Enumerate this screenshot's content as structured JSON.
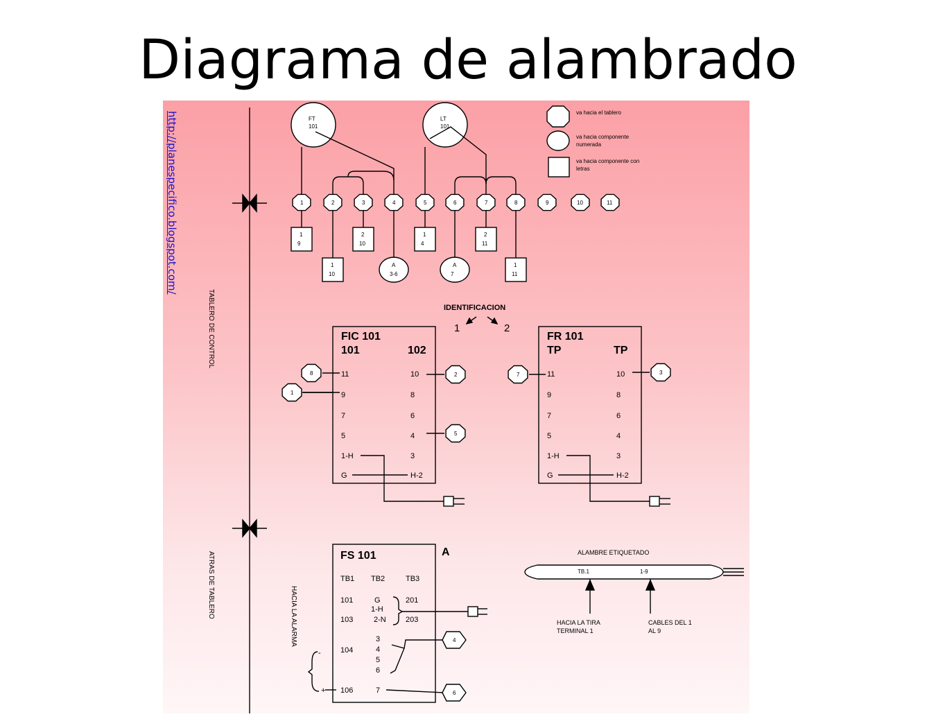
{
  "title": "Diagrama de alambrado",
  "source_url": "http://planespecifico.blogspot.com/",
  "legend": {
    "circle_label": "va hacia el tablero",
    "circle2_label_1": "va hacia componente",
    "circle2_label_2": "numerada",
    "square_label_1": "va hacia componente con",
    "square_label_2": "letras"
  },
  "transmitters": [
    {
      "tag": "FT",
      "num": "101"
    },
    {
      "tag": "LT",
      "num": "101"
    }
  ],
  "terminals": [
    "1",
    "2",
    "3",
    "4",
    "5",
    "6",
    "7",
    "8",
    "9",
    "10",
    "11"
  ],
  "boxes": [
    {
      "top": "1",
      "bottom": "9"
    },
    {
      "top": "1",
      "bottom": "10"
    },
    {
      "top": "2",
      "bottom": "10"
    },
    {
      "top": "A",
      "bottom": "3-6"
    },
    {
      "top": "1",
      "bottom": "4"
    },
    {
      "top": "A",
      "bottom": "7"
    },
    {
      "top": "2",
      "bottom": "11"
    },
    {
      "top": "1",
      "bottom": "11"
    }
  ],
  "identification": {
    "label": "IDENTIFICACION",
    "left": "1",
    "right": "2"
  },
  "fic": {
    "name": "FIC 101",
    "col1": "101",
    "col2": "102",
    "left": [
      "11",
      "9",
      "7",
      "5",
      "1-H",
      "G"
    ],
    "right": [
      "10",
      "8",
      "6",
      "4",
      "3",
      "H-2"
    ],
    "tags": [
      "8",
      "1",
      "2",
      "5"
    ]
  },
  "fr": {
    "name": "FR 101",
    "col1": "TP",
    "col2": "TP",
    "left": [
      "11",
      "9",
      "7",
      "5",
      "1-H",
      "G"
    ],
    "right": [
      "10",
      "8",
      "6",
      "4",
      "3",
      "H-2"
    ],
    "tags": [
      "7",
      "3"
    ]
  },
  "fs": {
    "name": "FS 101",
    "corner": "A",
    "headers": [
      "TB1",
      "TB2",
      "TB3"
    ],
    "tb1": [
      "101",
      "103",
      "104",
      "106"
    ],
    "tb2": [
      "G",
      "1-H",
      "2-N",
      "3",
      "4",
      "5",
      "6",
      "7"
    ],
    "tb3": [
      "201",
      "203"
    ],
    "tags": [
      "4",
      "6"
    ],
    "minus": "-",
    "plus": "+"
  },
  "side_labels": {
    "tablero": "TABLERO DE CONTROL",
    "atras": "ATRAS DE TABLERO",
    "alarma": "HACIA LA ALARMA"
  },
  "wire": {
    "title": "ALAMBRE ETIQUETADO",
    "tb": "TB.1",
    "range": "1-9",
    "arrow1_1": "HACIA LA TIRA",
    "arrow1_2": "TERMINAL 1",
    "arrow2_1": "CABLES DEL 1",
    "arrow2_2": "AL 9"
  }
}
